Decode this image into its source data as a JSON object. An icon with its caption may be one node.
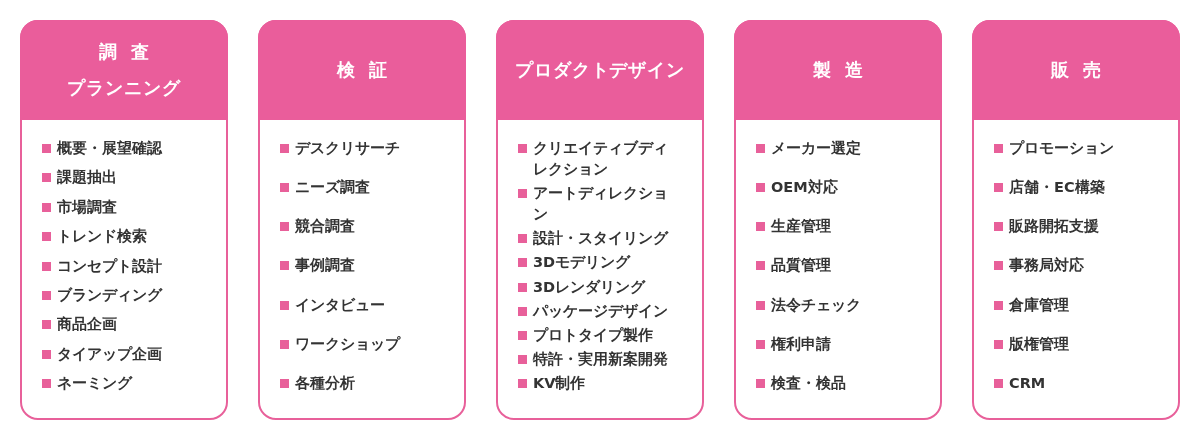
{
  "diagram": {
    "nodes": [
      {
        "text": [
          "概要・展望確認",
          "課題抽出",
          "市場調査",
          "トレンド検索",
          "コンセプト設計",
          "ブランディング",
          "商品企画",
          "タイアップ企画",
          "ネーミング"
        ]
      },
      {
        "text": [
          "調査",
          "プランニング"
        ],
        "in": 0
      },
      {
        "text": [
          "デスクリサーチ",
          "ニーズ調査",
          "競合調査",
          "事例調査",
          "インタビュー",
          "ワークショップ",
          "各種分析"
        ]
      },
      {
        "text": [
          "検証"
        ],
        "in": 2
      },
      {
        "text": [
          "クリエイティブディレクション",
          "アートディレクション",
          "設計・スタイリング",
          "3Dモデリング",
          "3Dレンダリング",
          "パッケージデザイン",
          "プロトタイプ製作",
          "特許・実用新案開発",
          "KV制作"
        ]
      },
      {
        "text": [
          "プロダクトデザイン"
        ],
        "in": 4
      },
      {
        "text": [
          "メーカー選定",
          "OEM対応",
          "生産管理",
          "品質管理",
          "法令チェック",
          "権利申請",
          "検査・検品"
        ]
      },
      {
        "text": [
          "製造"
        ],
        "in": 6
      },
      {
        "text": [
          "プロモーション",
          "店舗・EC構築",
          "販路開拓支援",
          "事務局対応",
          "倉庫管理",
          "版権管理",
          "CRM"
        ]
      },
      {
        "text": [
          "販売"
        ],
        "in": 8
      }
    ]
  }
}
